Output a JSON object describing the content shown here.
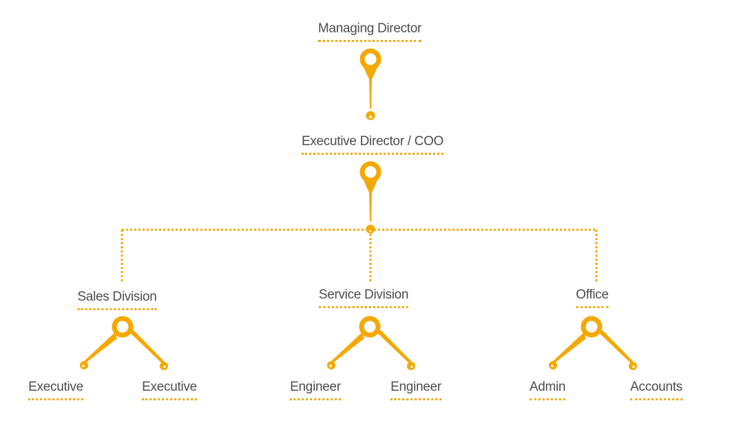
{
  "colors": {
    "accent": "#f5a800",
    "text": "#4d4d4d"
  },
  "nodes": {
    "md": "Managing Director",
    "coo": "Executive Director / COO",
    "sales": "Sales Division",
    "service": "Service Division",
    "office": "Office",
    "sales_exec_1": "Executive",
    "sales_exec_2": "Executive",
    "engineer_1": "Engineer",
    "engineer_2": "Engineer",
    "admin": "Admin",
    "accounts": "Accounts"
  }
}
